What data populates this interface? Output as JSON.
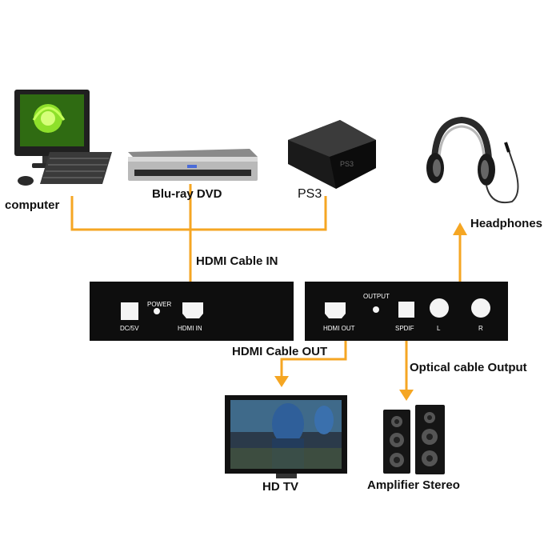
{
  "labels": {
    "computer": "computer",
    "bluray": "Blu-ray DVD",
    "ps3": "PS3",
    "headphones": "Headphones",
    "hdmi_in": "HDMI Cable IN",
    "hdmi_out": "HDMI Cable OUT",
    "optical": "Optical cable Output",
    "hdtv": "HD TV",
    "amplifier": "Amplifier Stereo"
  },
  "panel_left": {
    "dc": "DC/5V",
    "power": "POWER",
    "hdmi_in": "HDMI IN"
  },
  "panel_right": {
    "output": "OUTPUT",
    "hdmi_out": "HDMI OUT",
    "spdif": "SPDIF",
    "l": "L",
    "r": "R"
  },
  "colors": {
    "cable": "#f5a623",
    "panel": "#0e0e0e"
  }
}
